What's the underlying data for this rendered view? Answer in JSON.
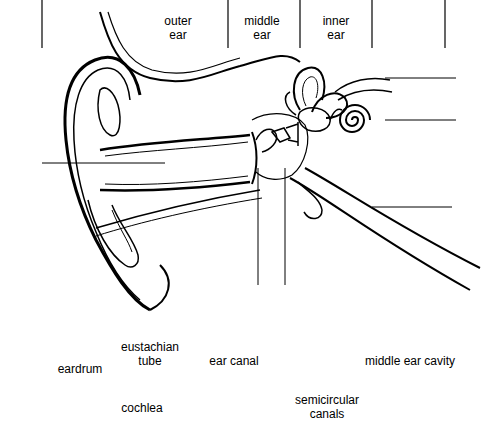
{
  "diagram": {
    "labels": [
      "outer ear",
      "middle ear",
      "inner ear",
      "eardrum",
      "eustachian tube",
      "ear canal",
      "middle ear cavity",
      "cochlea",
      "semicircular canals"
    ]
  }
}
